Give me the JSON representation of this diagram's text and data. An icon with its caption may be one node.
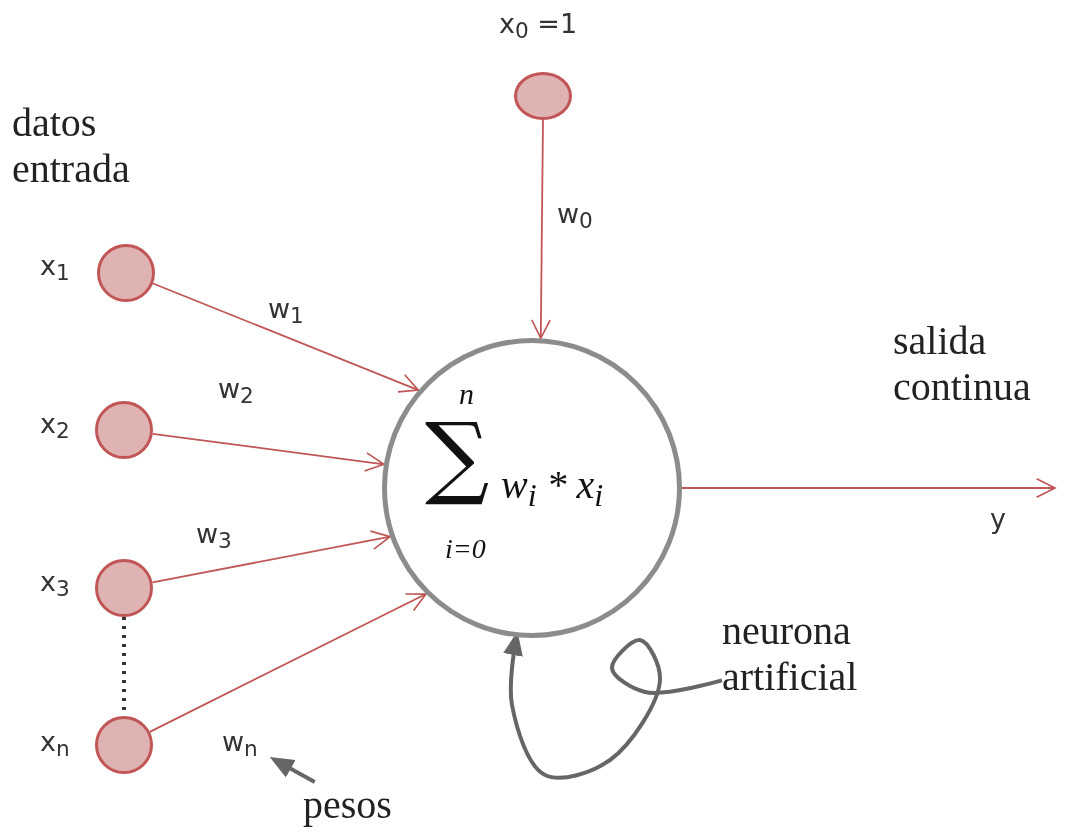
{
  "diagram": {
    "nodes": [
      {
        "text": [],
        "shape": "circle",
        "beside": [
          "x$_{0}$ =1"
        ]
      },
      {
        "text": [],
        "shape": "circle",
        "beside": [
          "x$_{1}$"
        ]
      },
      {
        "text": [],
        "shape": "circle",
        "beside": [
          "x$_{2}$"
        ]
      },
      {
        "text": [],
        "shape": "circle",
        "beside": [
          "x$_{3}$"
        ]
      },
      {
        "text": [],
        "shape": "circle",
        "beside": [
          "x$_{n}$"
        ]
      },
      {
        "text": [
          "n",
          "∑",
          "i=0",
          "w$_{i}$ * x$_{i}$"
        ]
      },
      {
        "text": [
          "neurona artificial"
        ]
      },
      {
        "text": [
          "pesos"
        ]
      }
    ],
    "edges": [
      {
        "from": 0,
        "to": 5,
        "arrow": "to",
        "label": "w$_{0}$"
      },
      {
        "from": 1,
        "to": 5,
        "arrow": "to",
        "label": "w$_{1}$"
      },
      {
        "from": 2,
        "to": 5,
        "arrow": "to",
        "label": "w$_{2}$"
      },
      {
        "from": 3,
        "to": 5,
        "arrow": "to",
        "label": "w$_{3}$"
      },
      {
        "from": 4,
        "to": 5,
        "arrow": "to",
        "label": "w$_{n}$"
      },
      {
        "from": 3,
        "to": 4,
        "arrow": "none",
        "style": "dashed",
        "color": "#333333"
      },
      {
        "from": 5,
        "to": null,
        "arrow": "to",
        "label": "y"
      },
      {
        "from": 6,
        "to": 5,
        "arrow": "to",
        "style": "thick",
        "color": "#666666"
      },
      {
        "from": 7,
        "to": null,
        "arrow": "to",
        "style": "thick",
        "color": "#666666"
      }
    ],
    "labels": [
      "datos entrada",
      "salida continua"
    ]
  }
}
